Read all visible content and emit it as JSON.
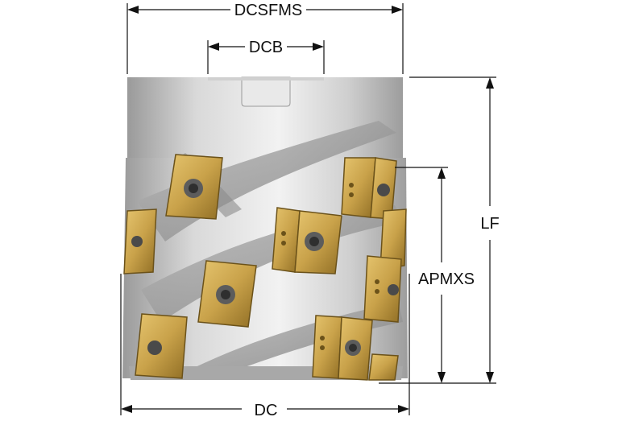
{
  "dimensions": {
    "dcsfms": "DCSFMS",
    "dcb": "DCB",
    "lf": "LF",
    "apmxs": "APMXS",
    "dc": "DC"
  },
  "colors": {
    "body_steel": "#c9c9c9",
    "body_shadow": "#8f8f8f",
    "insert_gold": "#c9a24a",
    "insert_dark": "#7a5e1e",
    "dimension_line": "#111111"
  },
  "icons": {
    "main": "indexable-face-mill-cutter-icon"
  }
}
